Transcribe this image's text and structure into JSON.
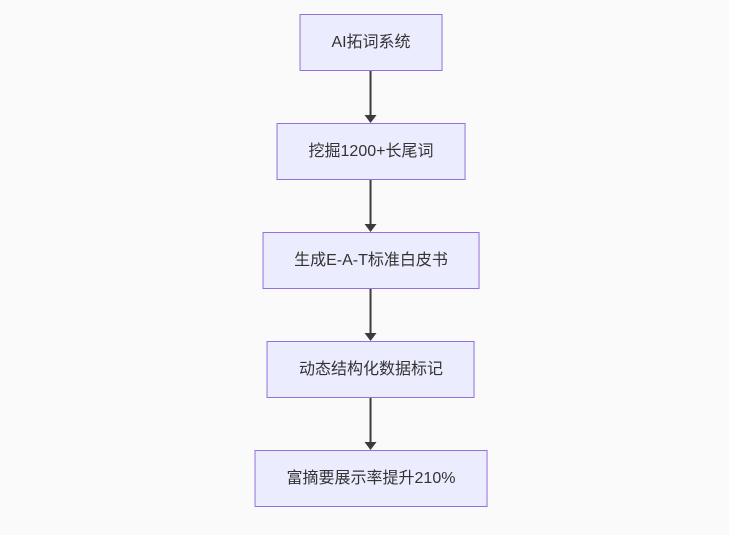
{
  "page": {
    "background": "#fafafa"
  },
  "diagram": {
    "type": "flowchart",
    "direction": "top-down",
    "nodes": [
      {
        "id": "node-1",
        "label": "AI拓词系统"
      },
      {
        "id": "node-2",
        "label": "挖掘1200+长尾词"
      },
      {
        "id": "node-3",
        "label": "生成E-A-T标准白皮书"
      },
      {
        "id": "node-4",
        "label": "动态结构化数据标记"
      },
      {
        "id": "node-5",
        "label": "富摘要展示率提升210%"
      }
    ],
    "edges": [
      {
        "from": "node-1",
        "to": "node-2",
        "arrow": "down"
      },
      {
        "from": "node-2",
        "to": "node-3",
        "arrow": "down"
      },
      {
        "from": "node-3",
        "to": "node-4",
        "arrow": "down"
      },
      {
        "from": "node-4",
        "to": "node-5",
        "arrow": "down"
      }
    ],
    "style": {
      "node_fill": "#ECECFF",
      "node_border": "#9370DB",
      "arrow_color": "#3b3b3b",
      "text_color": "#333333"
    }
  }
}
